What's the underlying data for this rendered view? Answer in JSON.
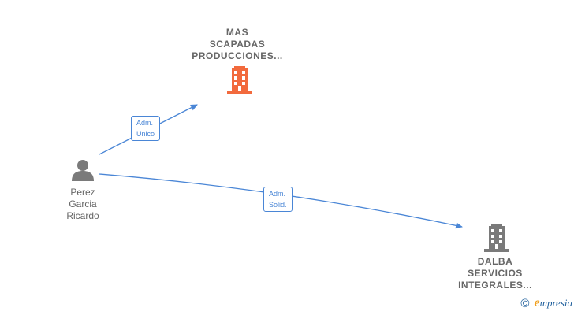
{
  "nodes": {
    "company_top": {
      "lines": [
        "MAS",
        "SCAPADAS",
        "PRODUCCIONES..."
      ],
      "icon": "building-icon",
      "color": "#f26a3d"
    },
    "company_bottom": {
      "lines": [
        "DALBA",
        "SERVICIOS",
        "INTEGRALES..."
      ],
      "icon": "building-icon",
      "color": "#7a7a7a"
    },
    "person": {
      "lines": [
        "Perez",
        "Garcia",
        "Ricardo"
      ],
      "icon": "person-icon",
      "color": "#7a7a7a"
    }
  },
  "edges": [
    {
      "from": "person",
      "to": "company_top",
      "label_lines": [
        "Adm.",
        "Unico"
      ]
    },
    {
      "from": "person",
      "to": "company_bottom",
      "label_lines": [
        "Adm.",
        "Solid."
      ]
    }
  ],
  "colors": {
    "edge": "#4a86d6"
  },
  "brand": {
    "copyright": "©",
    "e": "e",
    "name": "mpresia"
  }
}
